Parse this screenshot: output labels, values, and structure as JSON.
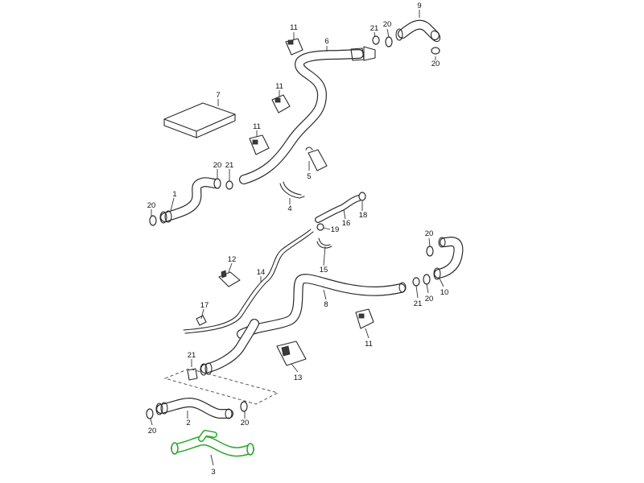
{
  "callouts": {
    "c1": "1",
    "c2": "2",
    "c3": "3",
    "c4": "4",
    "c5": "5",
    "c6": "6",
    "c7": "7",
    "c8": "8",
    "c9": "9",
    "c10": "10",
    "c11a": "11",
    "c11b": "11",
    "c11c": "11",
    "c11d": "11",
    "c12": "12",
    "c13": "13",
    "c14": "14",
    "c15": "15",
    "c16": "16",
    "c17": "17",
    "c18": "18",
    "c19": "19",
    "c20a": "20",
    "c20b": "20",
    "c20c": "20",
    "c20d": "20",
    "c20e": "20",
    "c20f": "20",
    "c20g": "20",
    "c20h": "20",
    "c21a": "21",
    "c21b": "21",
    "c21c": "21",
    "c21d": "21"
  },
  "highlight": {
    "part": "3",
    "color": "#2ba82b"
  }
}
